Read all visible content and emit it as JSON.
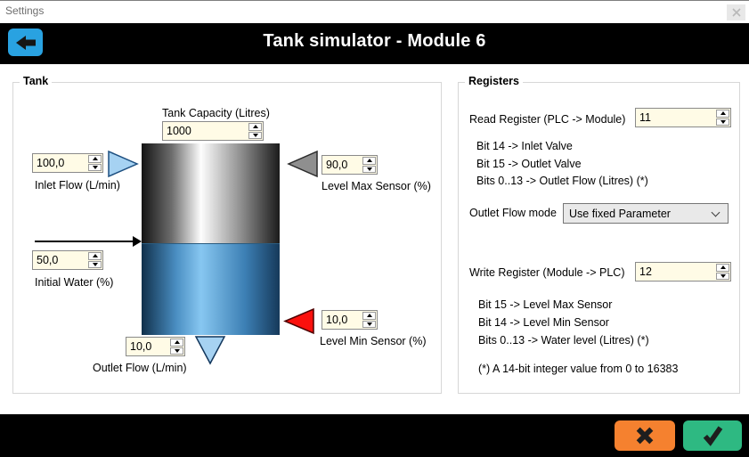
{
  "window": {
    "titlebar": {
      "title": "Settings"
    },
    "header": {
      "title": "Tank simulator - Module 6"
    }
  },
  "icons": {
    "close": "x-cross",
    "back": "arrow-left",
    "cancel": "x-cross-heavy",
    "confirm": "checkmark",
    "inlet": "triangle-right-blue",
    "level_max": "triangle-left-gray",
    "level_min": "triangle-left-red",
    "outlet": "triangle-down-blue",
    "initial_water": "arrow-right-black"
  },
  "colors": {
    "accent_blue": "#29a2e1",
    "triangle_blue": "#a6d2f2",
    "triangle_gray": "#8f8f8f",
    "triangle_red": "#fb100d",
    "input_bg": "#fffbe6",
    "cancel_orange": "#f5812f",
    "confirm_green": "#2eb982",
    "band_black": "#000000"
  },
  "tank": {
    "legend": "Tank",
    "capacity": {
      "label": "Tank Capacity (Litres)",
      "value": "1000"
    },
    "inlet": {
      "label": "Inlet Flow (L/min)",
      "value": "100,0"
    },
    "level_max": {
      "label": "Level Max Sensor (%)",
      "value": "90,0"
    },
    "initial_water": {
      "label": "Initial Water (%)",
      "value": "50,0"
    },
    "level_min": {
      "label": "Level Min Sensor (%)",
      "value": "10,0"
    },
    "outlet": {
      "label": "Outlet Flow (L/min)",
      "value": "10,0"
    },
    "fill_percent": "50"
  },
  "registers": {
    "legend": "Registers",
    "read_register": {
      "label": "Read Register (PLC -> Module)",
      "value": "11"
    },
    "read_bits": [
      "Bit 14 -> Inlet Valve",
      "Bit 15 -> Outlet Valve",
      "Bits 0..13 -> Outlet Flow (Litres) (*)"
    ],
    "outlet_flow_mode": {
      "label": "Outlet Flow mode",
      "value": "Use fixed Parameter"
    },
    "write_register": {
      "label": "Write Register (Module -> PLC)",
      "value": "12"
    },
    "write_bits": [
      "Bit 15 -> Level Max Sensor",
      "Bit 14 -> Level Min Sensor",
      "Bits 0..13 -> Water level (Litres) (*)"
    ],
    "footnote": "(*) A 14-bit integer value from 0 to 16383"
  }
}
